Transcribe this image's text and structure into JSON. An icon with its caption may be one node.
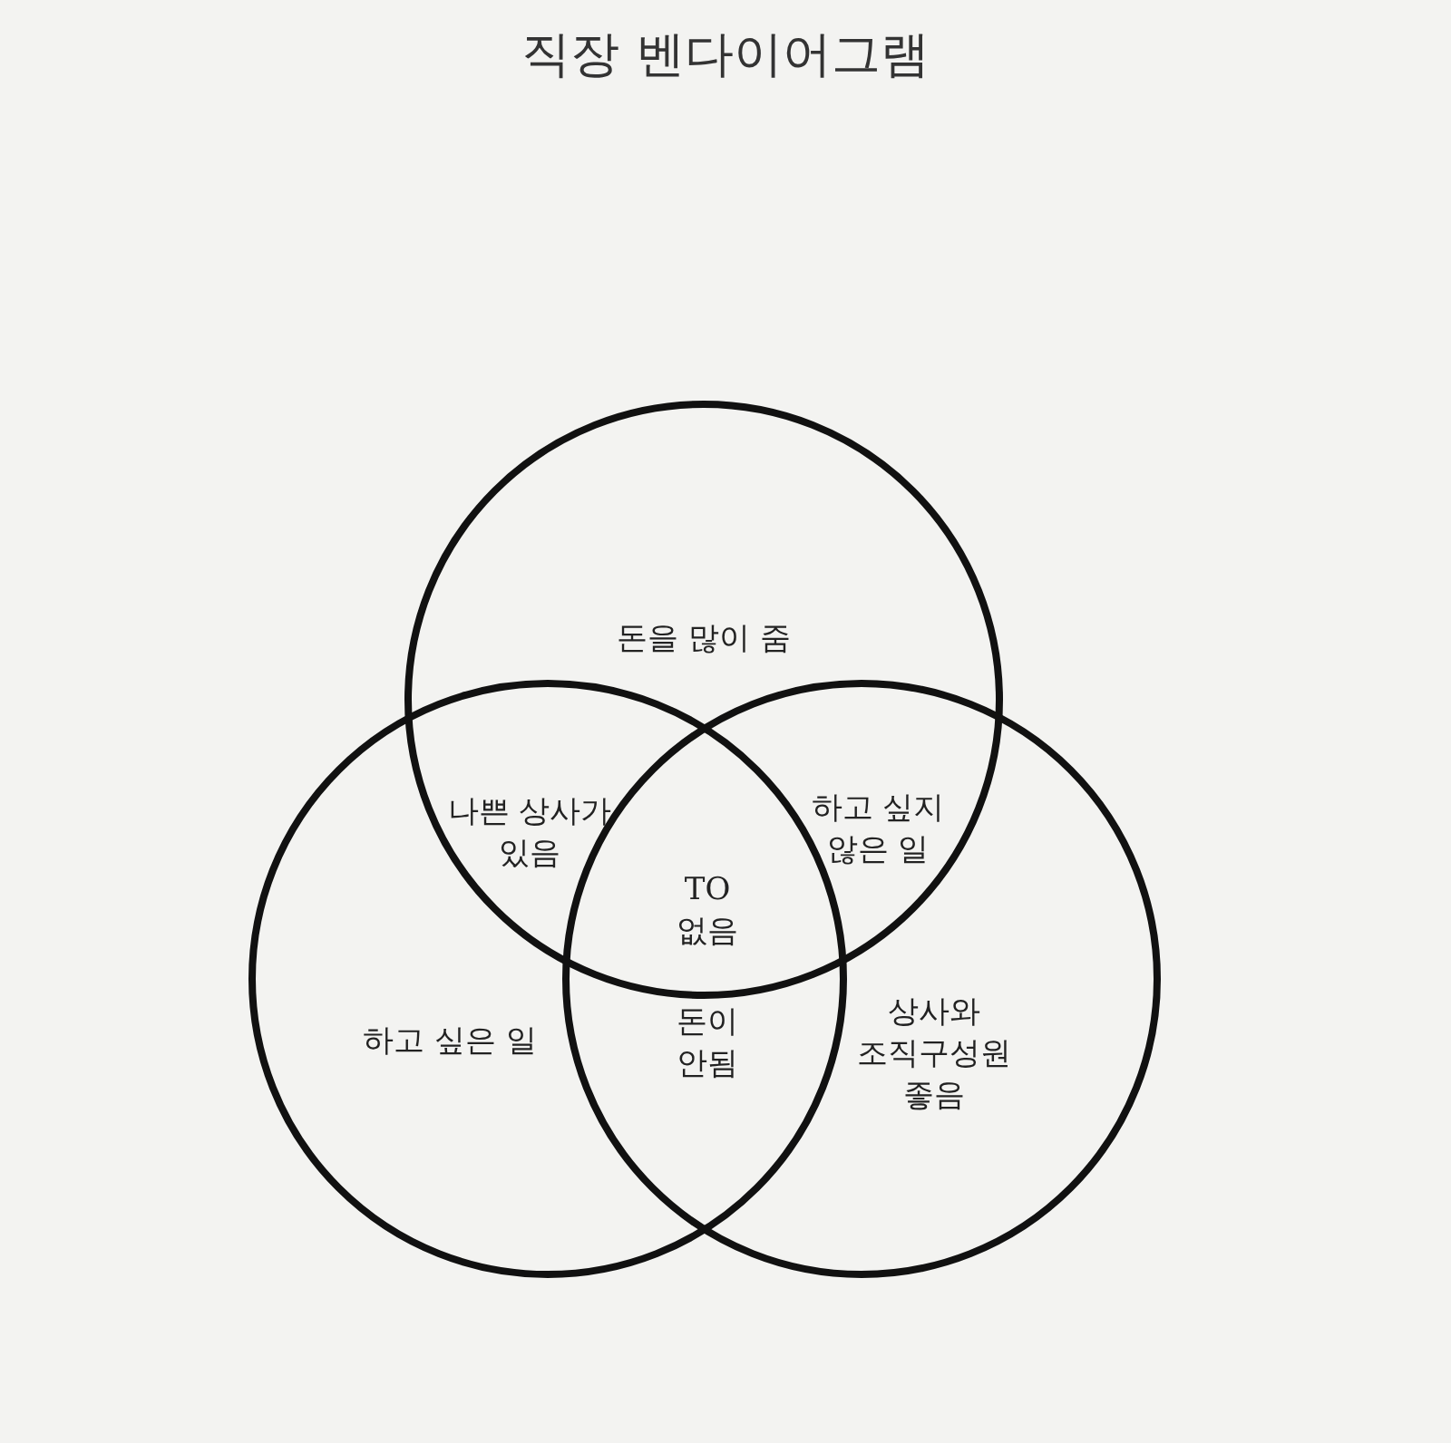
{
  "diagram": {
    "title": "직장 벤다이어그램",
    "nodes": [
      {
        "text": [
          "돈을 많이 줌"
        ]
      },
      {
        "text": [
          "하고 싶은 일"
        ]
      },
      {
        "text": [
          "상사와 조직구성원 좋음"
        ]
      }
    ],
    "labels": [
      "나쁜 상사가 있음",
      "하고 싶지 않은 일",
      "TO 없음",
      "돈이 안됨"
    ]
  }
}
